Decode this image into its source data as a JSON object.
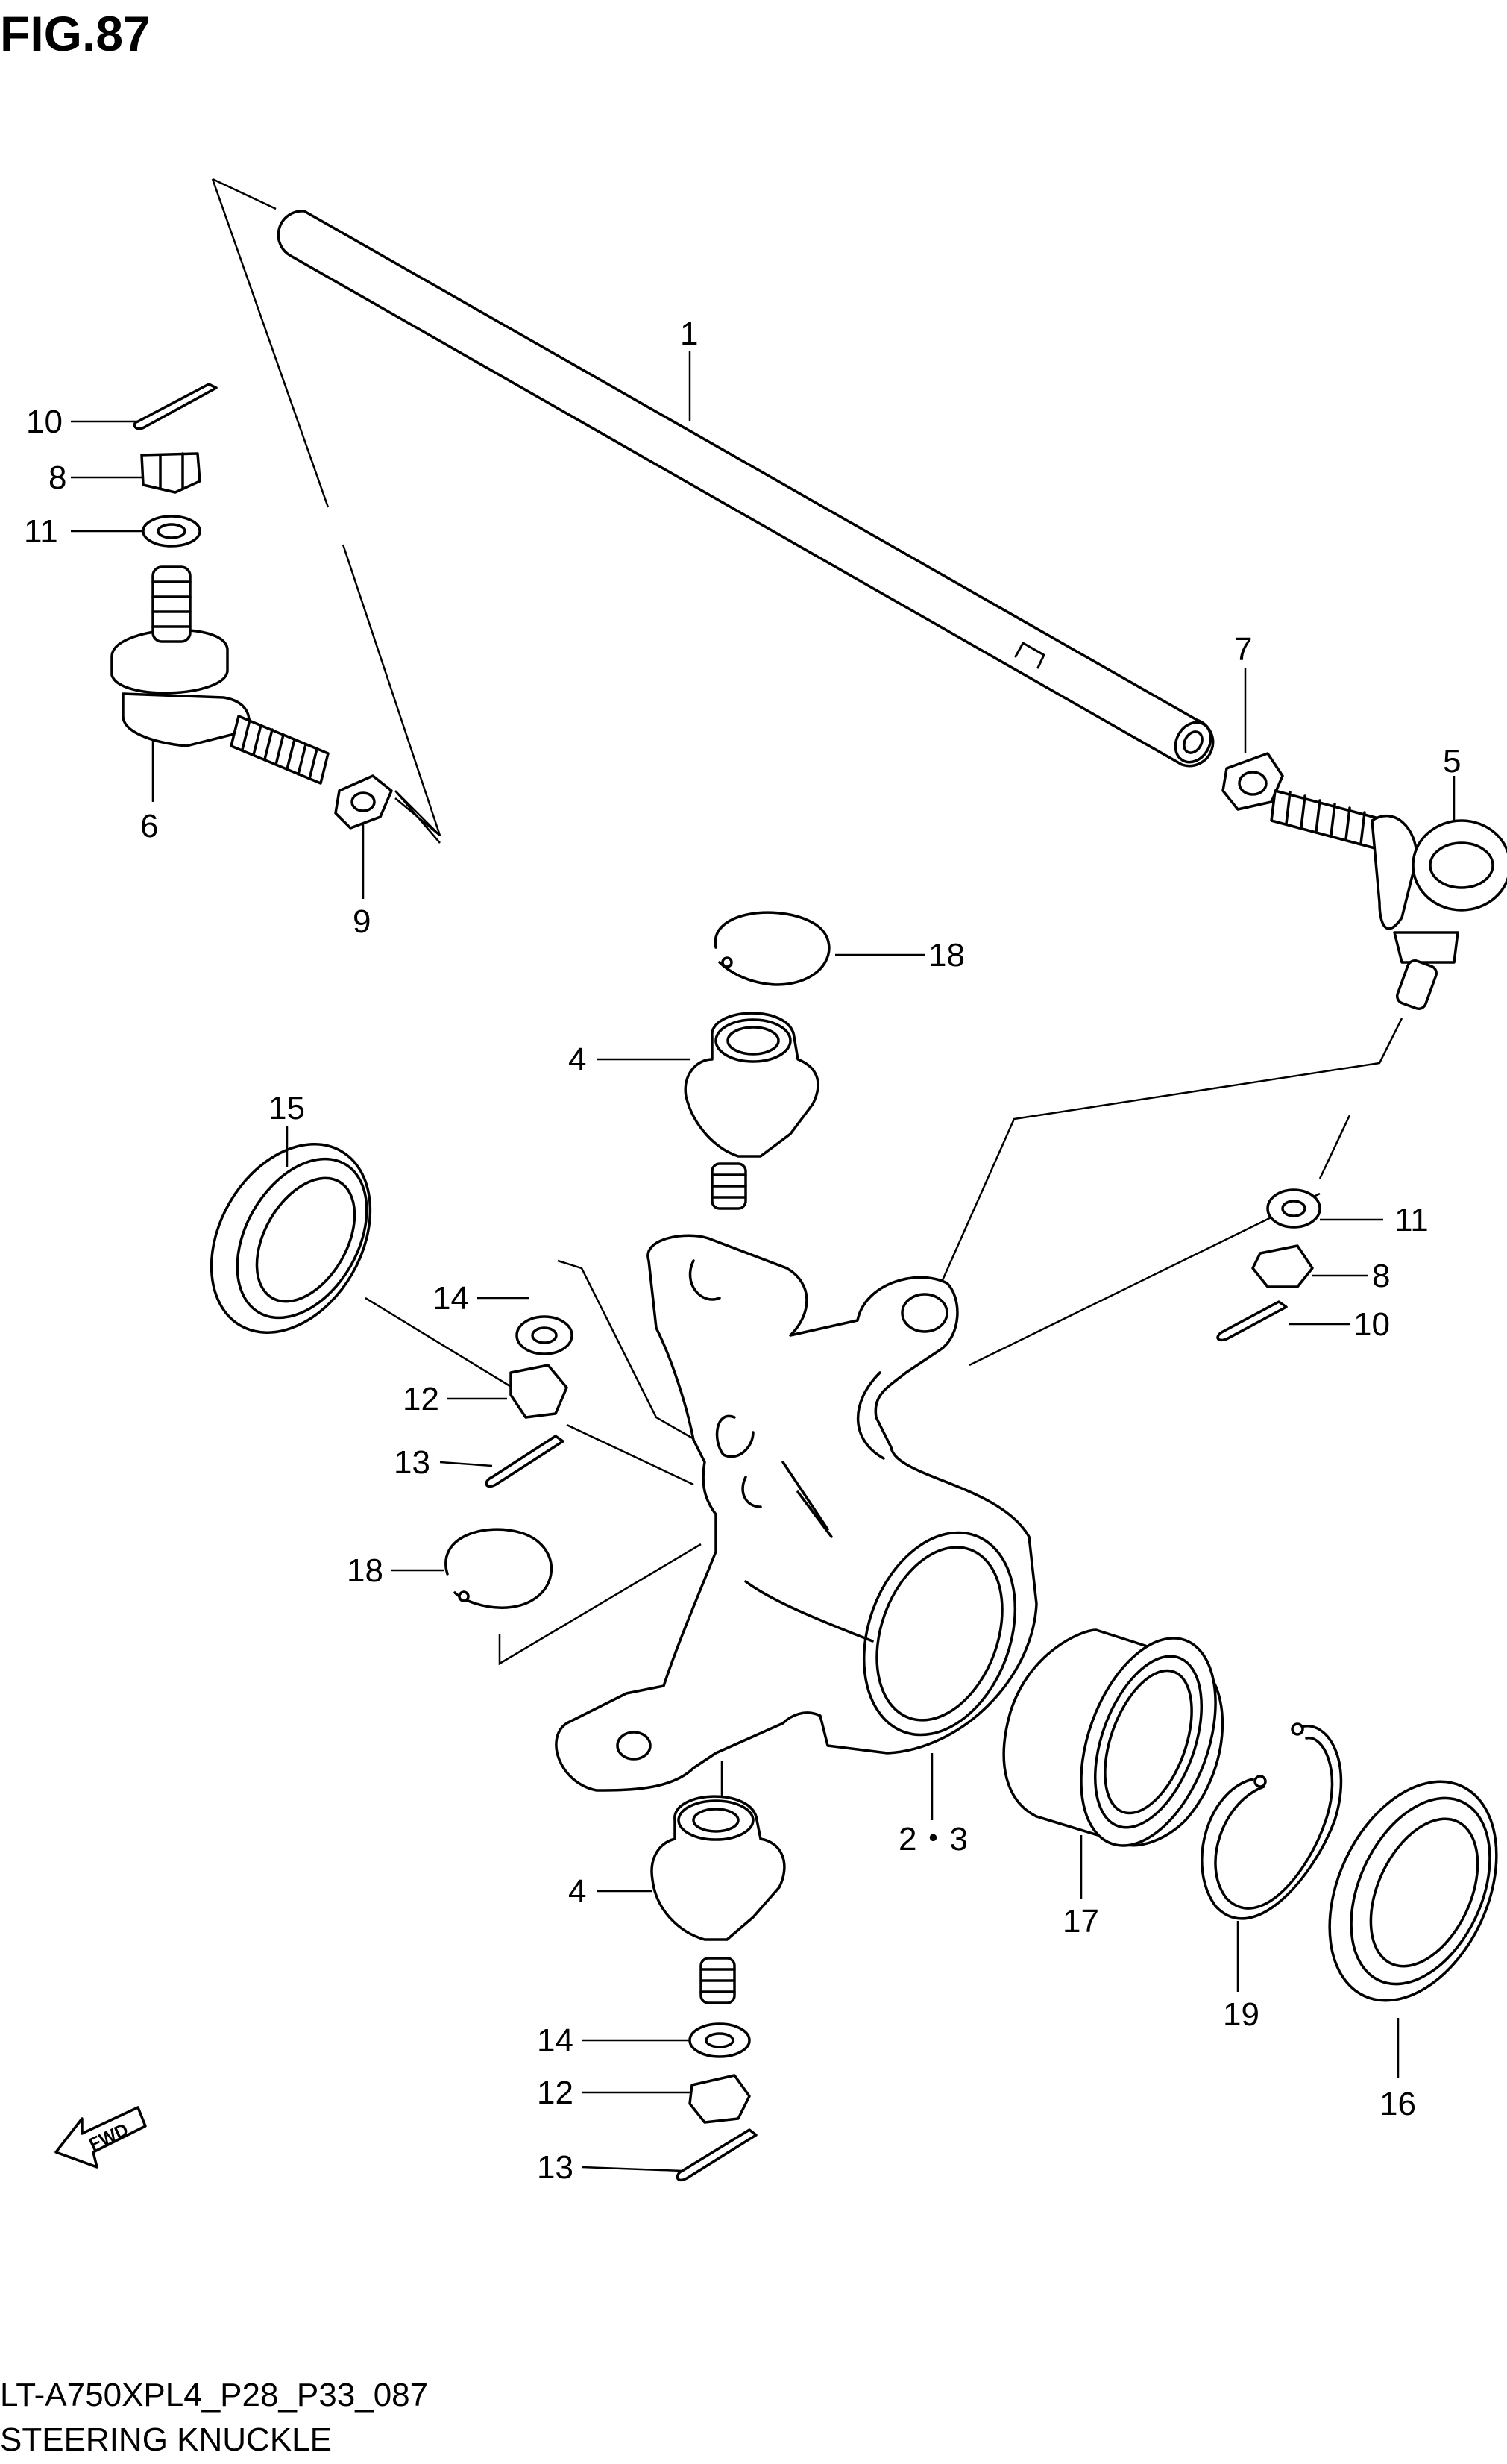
{
  "figure": {
    "title": "FIG.87",
    "model_code": "LT-A750XPL4_P28_P33_087",
    "caption": "STEERING KNUCKLE",
    "fwd_label": "FWD"
  },
  "callouts": [
    {
      "id": "c1",
      "label": "1"
    },
    {
      "id": "c10a",
      "label": "10"
    },
    {
      "id": "c8a",
      "label": "8"
    },
    {
      "id": "c11a",
      "label": "11"
    },
    {
      "id": "c6",
      "label": "6"
    },
    {
      "id": "c9",
      "label": "9"
    },
    {
      "id": "c7",
      "label": "7"
    },
    {
      "id": "c5",
      "label": "5"
    },
    {
      "id": "c18a",
      "label": "18"
    },
    {
      "id": "c4a",
      "label": "4"
    },
    {
      "id": "c15",
      "label": "15"
    },
    {
      "id": "c11b",
      "label": "11"
    },
    {
      "id": "c8b",
      "label": "8"
    },
    {
      "id": "c10b",
      "label": "10"
    },
    {
      "id": "c14a",
      "label": "14"
    },
    {
      "id": "c12a",
      "label": "12"
    },
    {
      "id": "c13a",
      "label": "13"
    },
    {
      "id": "c18b",
      "label": "18"
    },
    {
      "id": "c23",
      "label": "2・3"
    },
    {
      "id": "c17",
      "label": "17"
    },
    {
      "id": "c19",
      "label": "19"
    },
    {
      "id": "c16",
      "label": "16"
    },
    {
      "id": "c4b",
      "label": "4"
    },
    {
      "id": "c14b",
      "label": "14"
    },
    {
      "id": "c12b",
      "label": "12"
    },
    {
      "id": "c13b",
      "label": "13"
    }
  ]
}
